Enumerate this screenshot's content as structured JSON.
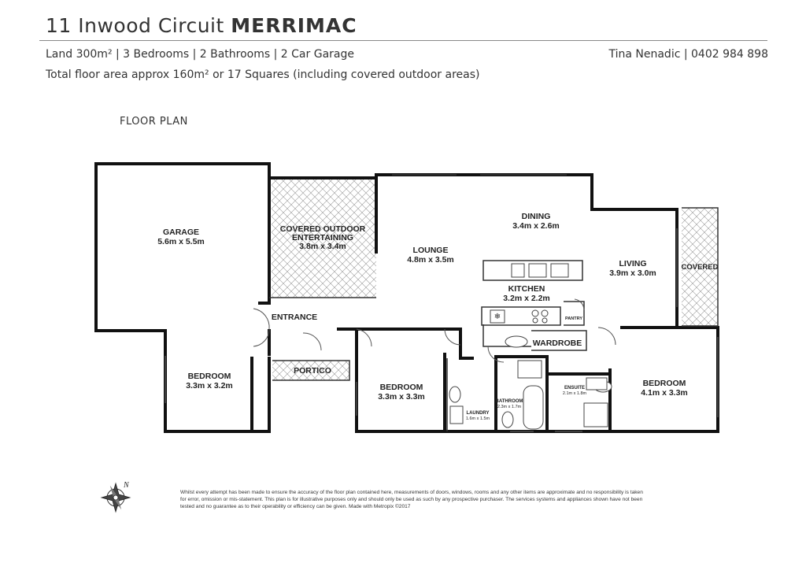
{
  "header": {
    "street": "11 Inwood Circuit",
    "suburb": "MERRIMAC",
    "info": "Land 300m² | 3 Bedrooms | 2 Bathrooms | 2 Car Garage",
    "agent": "Tina Nenadic | 0402 984 898",
    "area": "Total floor area approx 160m² or 17 Squares (including covered outdoor areas)"
  },
  "plan_label": "FLOOR PLAN",
  "rooms": {
    "garage": {
      "name": "GARAGE",
      "size": "5.6m x 5.5m"
    },
    "outdoor": {
      "name1": "COVERED OUTDOOR",
      "name2": "ENTERTAINING",
      "size": "3.8m x 3.4m"
    },
    "lounge": {
      "name": "LOUNGE",
      "size": "4.8m x 3.5m"
    },
    "dining": {
      "name": "DINING",
      "size": "3.4m x 2.6m"
    },
    "kitchen": {
      "name": "KITCHEN",
      "size": "3.2m x 2.2m"
    },
    "living": {
      "name": "LIVING",
      "size": "3.9m x 3.0m"
    },
    "covered": {
      "name": "COVERED"
    },
    "entrance": {
      "name": "ENTRANCE"
    },
    "portico": {
      "name": "PORTICO"
    },
    "pantry": {
      "name": "PANTRY"
    },
    "wardrobe": {
      "name": "WARDROBE"
    },
    "bedroom1": {
      "name": "BEDROOM",
      "size": "3.3m x 3.2m"
    },
    "bedroom2": {
      "name": "BEDROOM",
      "size": "3.3m x 3.3m"
    },
    "bedroom3": {
      "name": "BEDROOM",
      "size": "4.1m x 3.3m"
    },
    "bathroom": {
      "name": "BATHROOM",
      "size": "2.3m x 1.7m"
    },
    "ensuite": {
      "name": "ENSUITE",
      "size": "2.1m x 1.8m"
    },
    "laundry": {
      "name": "LAUNDRY",
      "size": "1.6m x 1.5m"
    }
  },
  "compass": {
    "north": "N"
  },
  "disclaimer": "Whilst every attempt has been made to ensure the accuracy of the floor plan contained here, measurements of doors, windows, rooms and any other items are approximate and no responsibility is taken for error, omission or mis-statement. This plan is for illustrative purposes only and should only be used as such by any prospective purchaser. The services systems and appliances shown have not been tested and no guarantee as to their operability or efficiency can be given. Made with Metropix ©2017"
}
